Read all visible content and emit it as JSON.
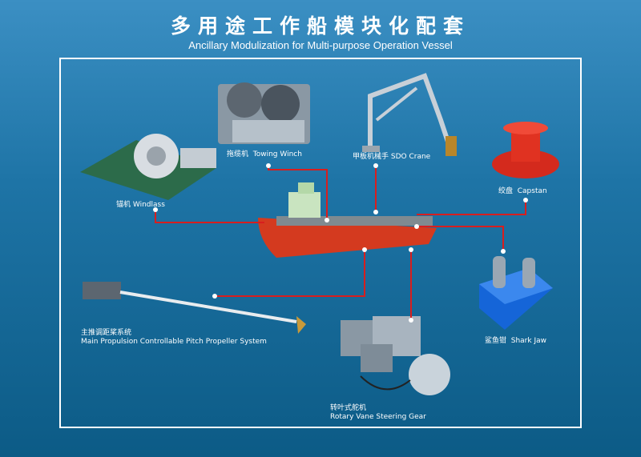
{
  "header": {
    "title": "多用途工作船模块化配套",
    "subtitle": "Ancillary Modulization for Multi-purpose Operation Vessel"
  },
  "modules": {
    "towing_winch": {
      "cn": "拖缆机",
      "en": "Towing Winch"
    },
    "crane": {
      "cn": "甲板机械手",
      "en": "SDO Crane"
    },
    "windlass": {
      "cn": "锚机",
      "en": "Windlass"
    },
    "capstan": {
      "cn": "绞盘",
      "en": "Capstan"
    },
    "shark_jaw": {
      "cn": "鲨鱼钳",
      "en": "Shark Jaw"
    },
    "propeller": {
      "cn": "主推调距桨系统",
      "en": "Main Propulsion Controllable Pitch Propeller System"
    },
    "steering": {
      "cn": "转叶式舵机",
      "en": "Rotary Vane Steering Gear"
    }
  },
  "colors": {
    "line": "#d81e1e",
    "hull": "#d43a1f",
    "frame": "#ffffff"
  }
}
